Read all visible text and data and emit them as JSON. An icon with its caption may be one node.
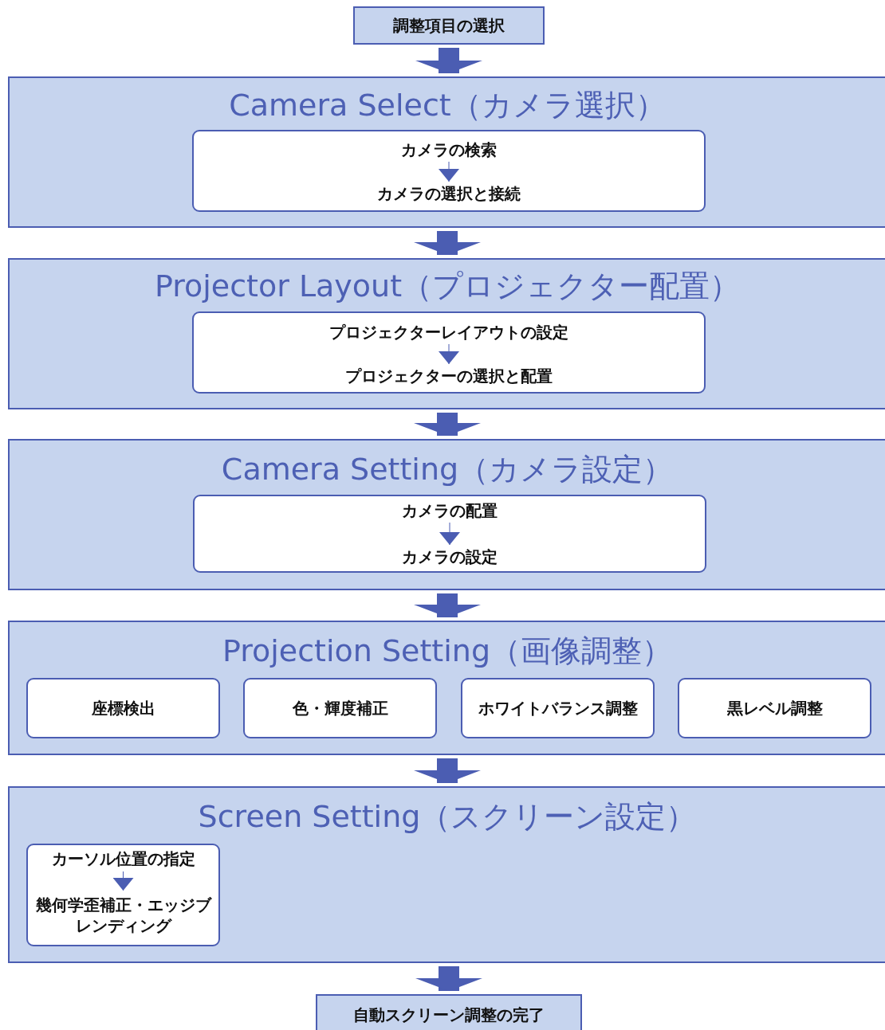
{
  "diagram": {
    "nodes": [
      {
        "text": [
          "調整項目の選択"
        ]
      },
      {
        "text": [
          "Camera Select（カメラ選択）"
        ]
      },
      {
        "text": [],
        "shape": "box",
        "in": 1
      },
      {
        "text": [
          "カメラの検索"
        ],
        "in": 2
      },
      {
        "text": [
          "カメラの選択と接続"
        ],
        "in": 2
      },
      {
        "text": [
          "Projector Layout（プロジェクター配置）"
        ]
      },
      {
        "text": [],
        "shape": "box",
        "in": 5
      },
      {
        "text": [
          "プロジェクターレイアウトの設定"
        ],
        "in": 6
      },
      {
        "text": [
          "プロジェクターの選択と配置"
        ],
        "in": 6
      },
      {
        "text": [
          "Camera Setting（カメラ設定）"
        ]
      },
      {
        "text": [],
        "shape": "box",
        "in": 9
      },
      {
        "text": [
          "カメラの配置"
        ],
        "in": 10
      },
      {
        "text": [
          "カメラの設定"
        ],
        "in": 10
      },
      {
        "text": [
          "Projection Setting（画像調整）"
        ]
      },
      {
        "text": [
          "座標検出"
        ],
        "in": 13
      },
      {
        "text": [
          "色・輝度補正"
        ],
        "in": 13
      },
      {
        "text": [
          "ホワイトバランス調整"
        ],
        "in": 13
      },
      {
        "text": [
          "黒レベル調整"
        ],
        "in": 13
      },
      {
        "text": [
          "Screen Setting（スクリーン設定）"
        ]
      },
      {
        "text": [],
        "shape": "box",
        "in": 18
      },
      {
        "text": [
          "カーソル位置の指定"
        ],
        "in": 19
      },
      {
        "text": [
          "幾何学歪補正・エッジブレンディング"
        ],
        "in": 19
      },
      {
        "text": [
          "自動スクリーン調整の完了"
        ]
      }
    ],
    "edges": [
      {
        "from": 0,
        "to": 1,
        "arrow": "to"
      },
      {
        "from": 3,
        "to": 4,
        "arrow": "to"
      },
      {
        "from": 1,
        "to": 5,
        "arrow": "to"
      },
      {
        "from": 7,
        "to": 8,
        "arrow": "to"
      },
      {
        "from": 5,
        "to": 9,
        "arrow": "to"
      },
      {
        "from": 11,
        "to": 12,
        "arrow": "to"
      },
      {
        "from": 9,
        "to": 13,
        "arrow": "to"
      },
      {
        "from": 13,
        "to": 18,
        "arrow": "to"
      },
      {
        "from": 20,
        "to": 21,
        "arrow": "to"
      },
      {
        "from": 18,
        "to": 22,
        "arrow": "to"
      }
    ]
  }
}
